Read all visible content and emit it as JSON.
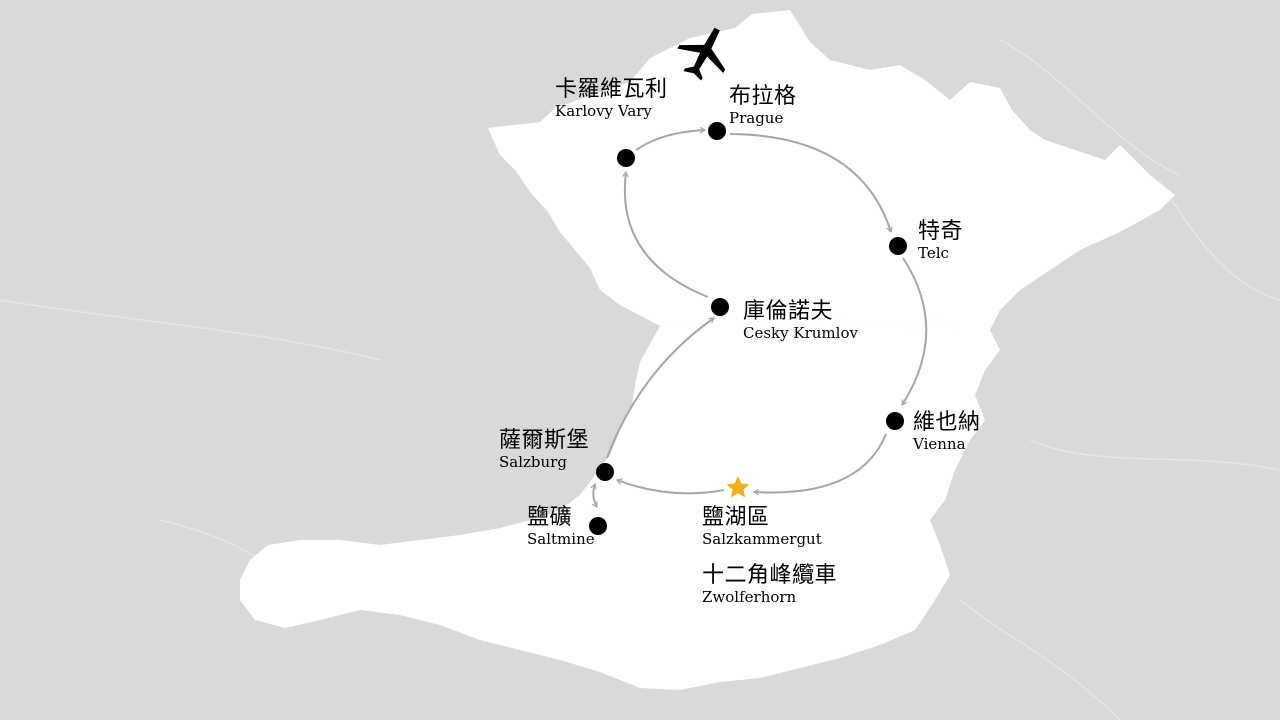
{
  "colors": {
    "background": "#d9d9d9",
    "land": "#ffffff",
    "border_faint": "#e6e6e6",
    "route": "#a6a6a6",
    "dot": "#000000",
    "star": "#f2b01e"
  },
  "icons": {
    "start": "airplane-icon",
    "highlight": "star-icon"
  },
  "stops": [
    {
      "id": "karlovy-vary",
      "zh": "卡羅維瓦利",
      "en": "Karlovy Vary",
      "marker": "dot"
    },
    {
      "id": "prague",
      "zh": "布拉格",
      "en": "Prague",
      "marker": "dot"
    },
    {
      "id": "telc",
      "zh": "特奇",
      "en": "Telc",
      "marker": "dot"
    },
    {
      "id": "cesky-krumlov",
      "zh": "庫倫諾夫",
      "en": "Cesky Krumlov",
      "marker": "dot"
    },
    {
      "id": "vienna",
      "zh": "維也納",
      "en": "Vienna",
      "marker": "dot"
    },
    {
      "id": "salzburg",
      "zh": "薩爾斯堡",
      "en": "Salzburg",
      "marker": "dot"
    },
    {
      "id": "saltmine",
      "zh": "鹽礦",
      "en": "Saltmine",
      "marker": "dot"
    },
    {
      "id": "salzkammergut",
      "zh": "鹽湖區",
      "en": "Salzkammergut",
      "marker": "star"
    },
    {
      "id": "zwolferhorn",
      "zh": "十二角峰纜車",
      "en": "Zwolferhorn",
      "marker": "none"
    }
  ]
}
